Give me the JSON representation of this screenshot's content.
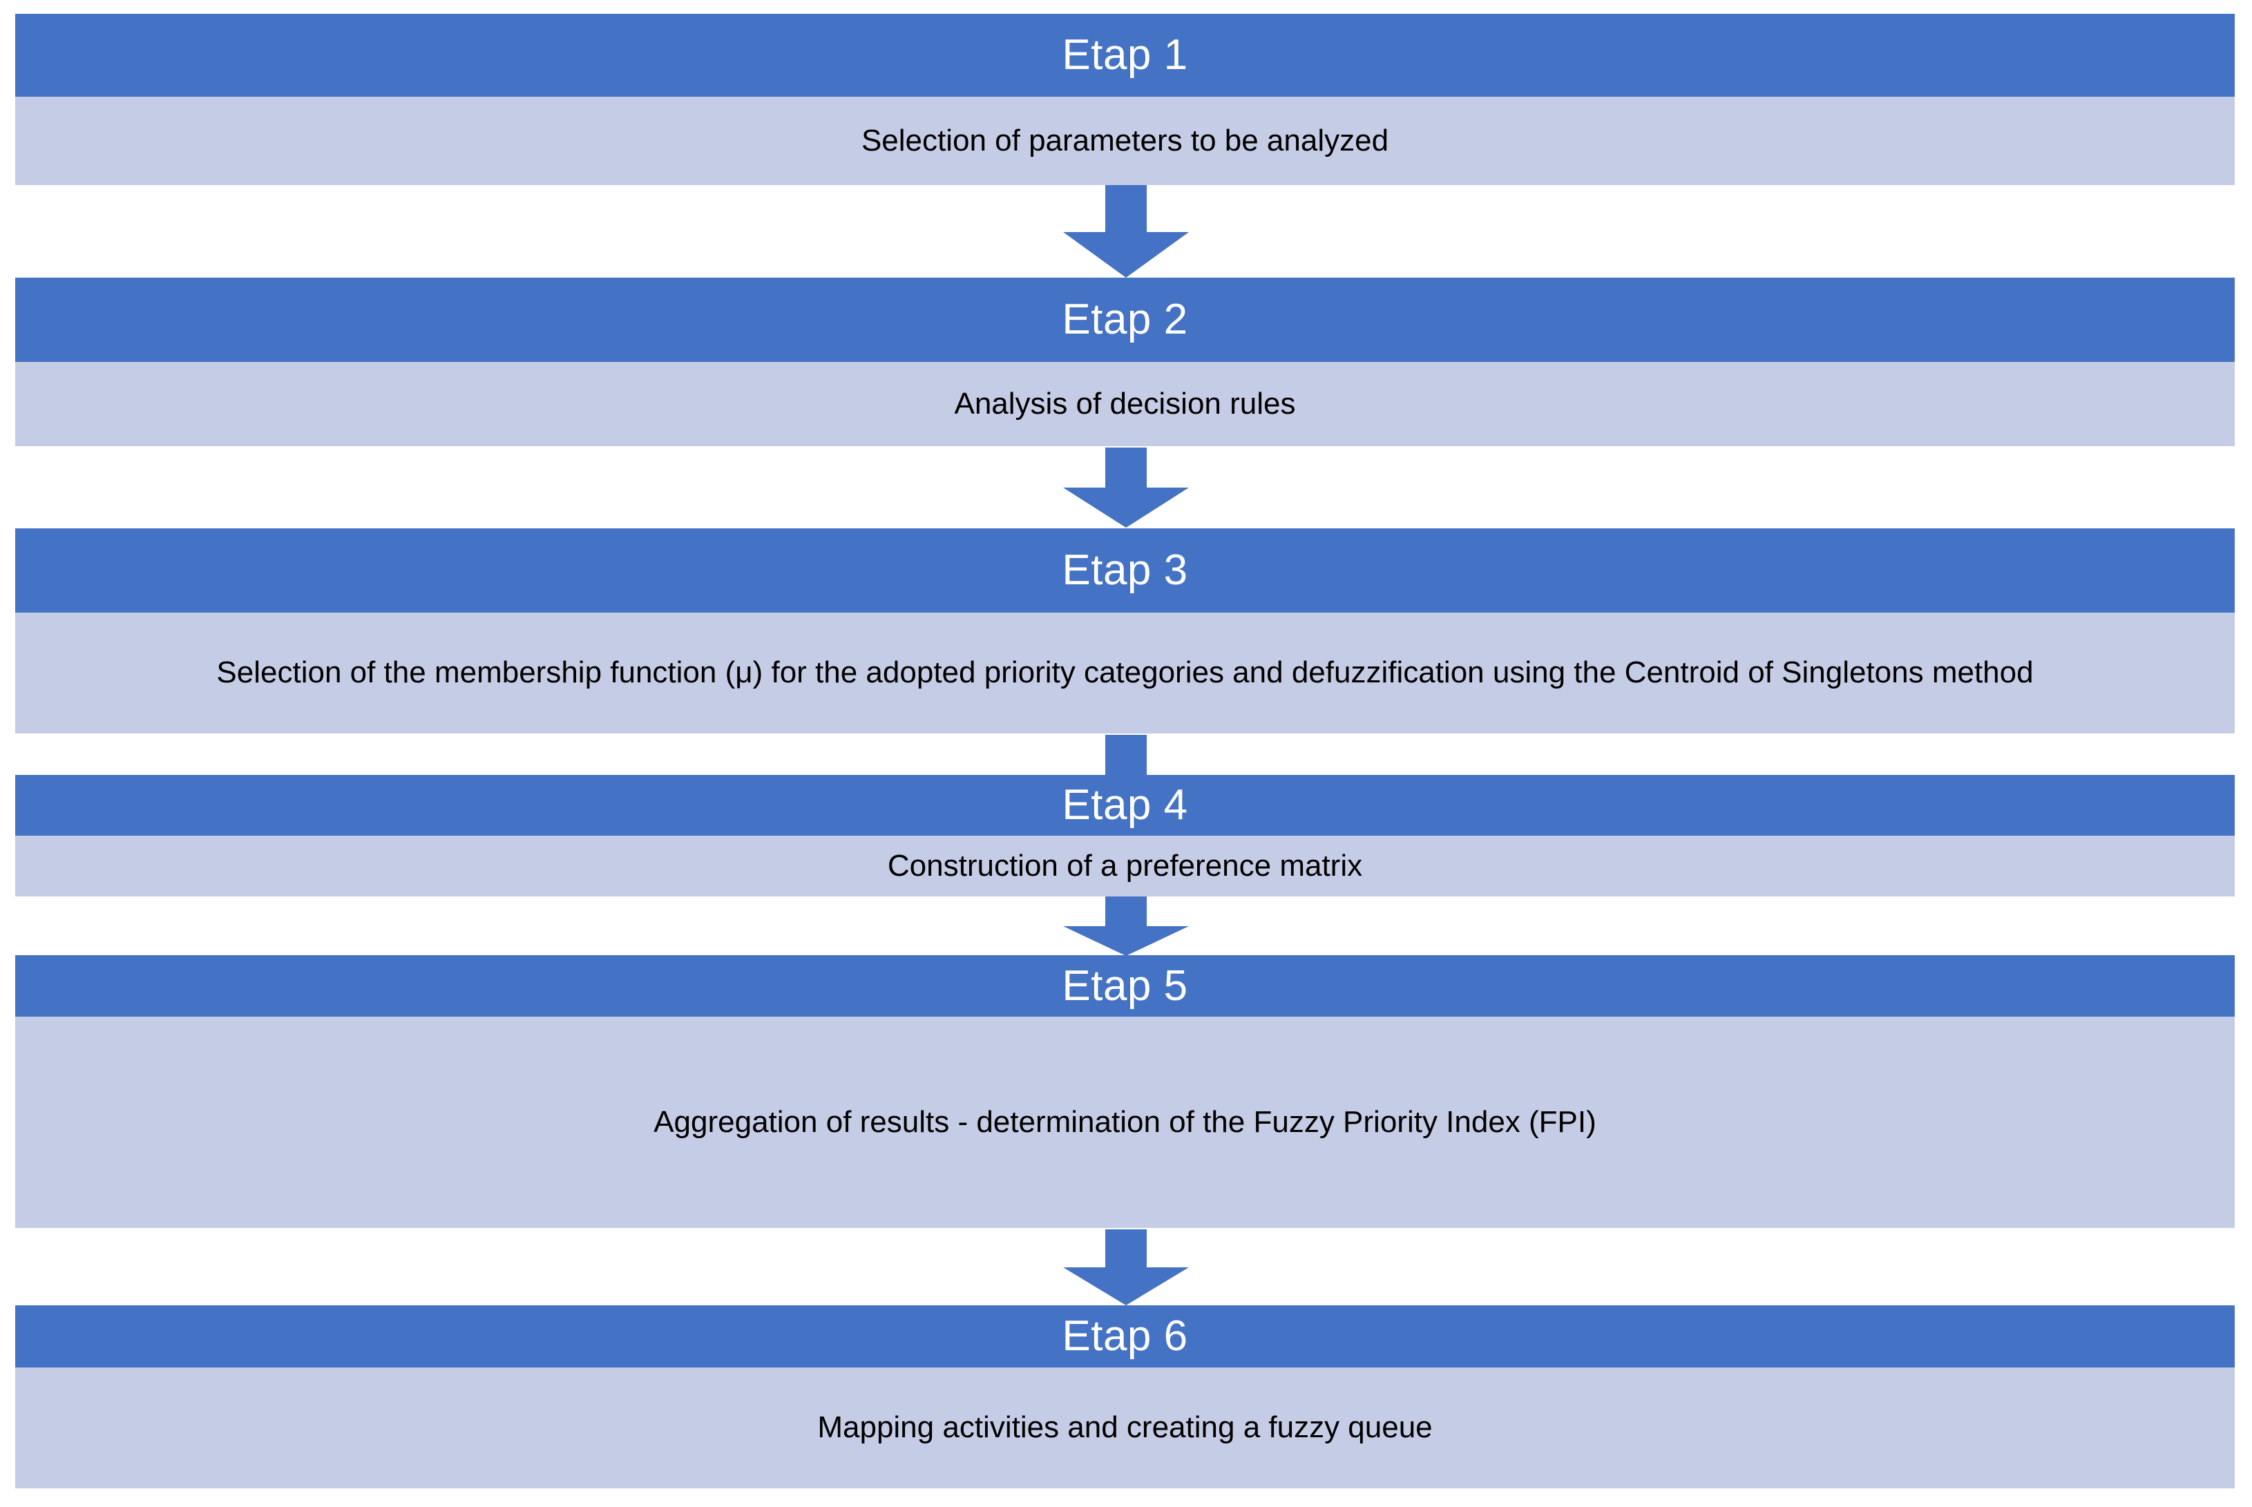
{
  "diagram": {
    "title": "Fuzzy priority index procedure stages",
    "type": "flowchart",
    "orientation": "vertical",
    "colors": {
      "header_blue": "#4472C4",
      "body_light_blue": "#C5CCE5",
      "header_text": "#FFFFFF",
      "body_text": "#000000",
      "arrow_blue": "#4472C4",
      "background": "#FFFFFF"
    },
    "stages": [
      {
        "header": "Etap 1",
        "body": "Selection of parameters to be analyzed"
      },
      {
        "header": "Etap 2",
        "body": "Analysis of decision rules"
      },
      {
        "header": "Etap 3",
        "body": "Selection of the membership function (μ) for the adopted priority categories and defuzzification using the Centroid of Singletons method"
      },
      {
        "header": "Etap 4",
        "body": "Construction of a preference matrix"
      },
      {
        "header": "Etap 5",
        "body": "Aggregation of results - determination of the Fuzzy Priority Index (FPI)"
      },
      {
        "header": "Etap 6",
        "body": "Mapping activities and creating a fuzzy queue"
      }
    ],
    "connectors": [
      {
        "icon": "down-arrow-icon",
        "from": "Etap 1",
        "to": "Etap 2"
      },
      {
        "icon": "down-arrow-icon",
        "from": "Etap 2",
        "to": "Etap 3"
      },
      {
        "icon": "down-arrow-icon",
        "from": "Etap 3",
        "to": "Etap 4"
      },
      {
        "icon": "down-arrow-icon",
        "from": "Etap 4",
        "to": "Etap 5"
      },
      {
        "icon": "down-arrow-icon",
        "from": "Etap 5",
        "to": "Etap 6"
      }
    ]
  }
}
